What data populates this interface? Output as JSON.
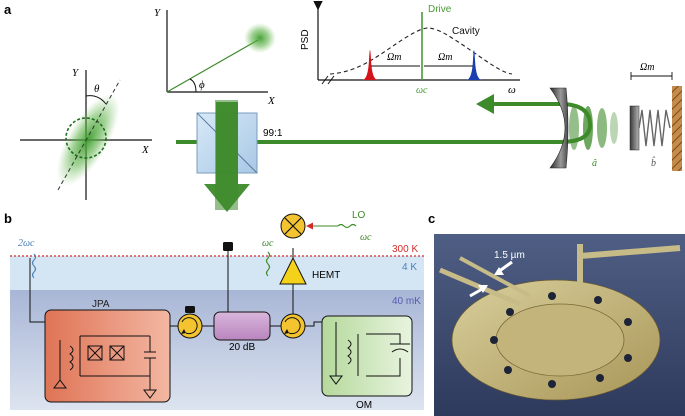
{
  "panels": {
    "a": "a",
    "b": "b",
    "c": "c"
  },
  "phase_space": {
    "x_axis": "X",
    "y_axis": "Y",
    "angle": "θ"
  },
  "rotated_frame": {
    "x_axis": "X",
    "y_axis": "Y",
    "angle": "ϕ"
  },
  "spectrum": {
    "y_axis": "PSD",
    "x_axis": "ω",
    "drive_label": "Drive",
    "cavity_label": "Cavity",
    "sideband_spacing": "Ωm",
    "center_label": "ωc"
  },
  "optics": {
    "splitter_ratio": "99:1",
    "cavity_mode": "â",
    "mech_mode": "b̂",
    "mech_freq": "Ωm"
  },
  "circuit": {
    "pump_label": "2ωc",
    "lo_label": "LO",
    "lo_freq": "ωc",
    "stage_300k": "300 K",
    "stage_4k": "4 K",
    "stage_40mk": "40 mK",
    "signal_freq": "ωc",
    "amplifier": "HEMT",
    "jpa": "JPA",
    "attenuator": "20 dB",
    "om": "OM"
  },
  "micrograph": {
    "scale_label": "1.5 µm"
  },
  "colors": {
    "beam_green": "#3d8a2a",
    "drive_green": "#4a9a36",
    "red_sideband": "#d3121a",
    "blue_sideband": "#1b3fae",
    "stage_300k": "#d42a2a",
    "stage_4k": "#4a82b8",
    "stage_40mk": "#5a5ab0",
    "jpa_fill": "#e5876b",
    "om_fill": "#c6e2b2",
    "circulator": "#f3c430",
    "hemt": "#f4d21a",
    "attenuator": "#c79bcb"
  }
}
